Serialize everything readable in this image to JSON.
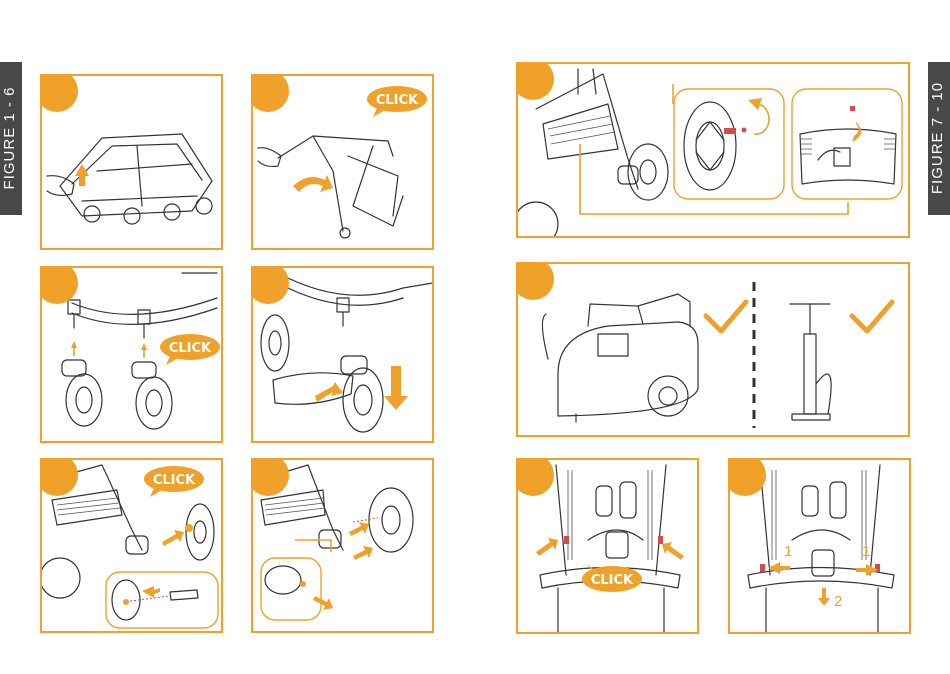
{
  "side_labels": {
    "left": "FIGURE 1 - 6",
    "right": "FIGURE 7 - 10"
  },
  "callouts": {
    "click": "CLICK",
    "step_one": "1",
    "step_two": "2"
  },
  "colors": {
    "accent": "#f0a12a",
    "tab": "#4a4847",
    "line": "#333333"
  },
  "icons": [
    "checkmark-icon",
    "arrow-icon",
    "rotate-arrow-icon"
  ]
}
